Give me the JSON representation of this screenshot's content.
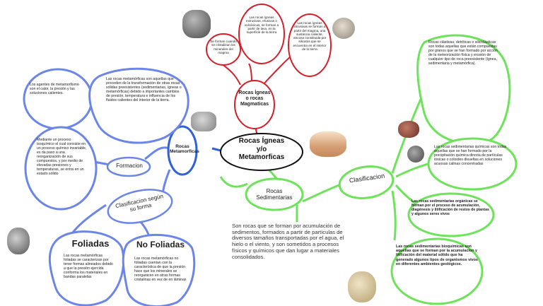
{
  "center": {
    "title_line1": "Rocas Ígneas",
    "title_line2": "y/o",
    "title_line3": "Metamorficas"
  },
  "igneous": {
    "heading": "Rocas Ígneas o rocas Magmaticas",
    "node_left": "Se forman cuando se cristalizan los minerales del magma",
    "node_mid": "Las rocas ígneas extrusivas, efusivas o volcánicas, se forman a partir de lava, en la superficie de la tierra",
    "node_right": "Las rocas ígneas intrusivas se forman a partir del magma, una sustancia caliente, viscosa constituida por silicatos que se encuentra en el interior de la tierra"
  },
  "metamorphic": {
    "heading": "Rocas Metamorficas",
    "agents": "Los agentes de metamorfismo son el calor, la presión y las soluciones calientes.",
    "definition": "Las rocas metamórficas son aquellas que proceden de la transformación de otras rocas sólidas preexistentes (sedimentarias, ígneas o metamórficas) debido a importantes cambios de presión, temperatura e influencia de los fluidos calientes del interior de la tierra.",
    "formation_label": "Formacion",
    "formation_text": "Mediante un proceso isoquímico el cual consiste en un proceso químico invariable, es da paso a una reorganización de sus compuestos, y por medio de elevadas presiones y temperaturas, se entra en un estado sólido",
    "class_label": "Clasificacion según su forma",
    "foliated_title": "Foliadas",
    "foliated_text": "Las rocas metamórficas foliadas se caracterizan por tener formas alineados debido a que la presión ejercida conforma los materiales en bandas paralelas",
    "nonfoliated_title": "No Foliadas",
    "nonfoliated_text": "Las rocas metamórficas no foliadas cuentan con la característica de que la presión hace que los minerales se reorganicen en otras formas cristalinas en vez de en láminas"
  },
  "sedimentary": {
    "heading": "Rocas Sedimentarias",
    "definition": "Son rocas que se forman por acumulación de sedimentos, formados a partir de partículas de diversos tamaños transportadas por el agua, el hielo o el viento, y son sometidos a procesos físicos y químicos que dan lugar a materiales consolidados.",
    "class_label": "Clasificacion",
    "clastic": "Rocas clásticas, detríticas o siliciclásticas son todas aquellas que están compuestas por granos que se han formado por acción de la meteorización física y erosión de cualquier tipo de roca preexistente (ígnea, sedimentaria y metamórfica).",
    "chemical": "Las rocas sedimentarias químicas son todas aquellas que se han formado por la precipitación química directa de partículas iónicas o coloides disueltas en soluciones acuosas calinas concentradas",
    "organic": "Las rocas sedimentarias orgánicas se forman por el proceso de acumulación, diagénesis y litificación de restos de plantas y algunos seres vivos",
    "biochemical": "Las rocas sedimentarias bioquímicas son aquellas que se forman por la acumulacion y litificación del material sólido que ha generado algunos tipos de organismos vivos en diferentes ambientes geológicos."
  },
  "colors": {
    "igneous": "#d3202a",
    "metamorphic": "#6b86e8",
    "sedimentary": "#6de35a",
    "center": "#111111"
  }
}
